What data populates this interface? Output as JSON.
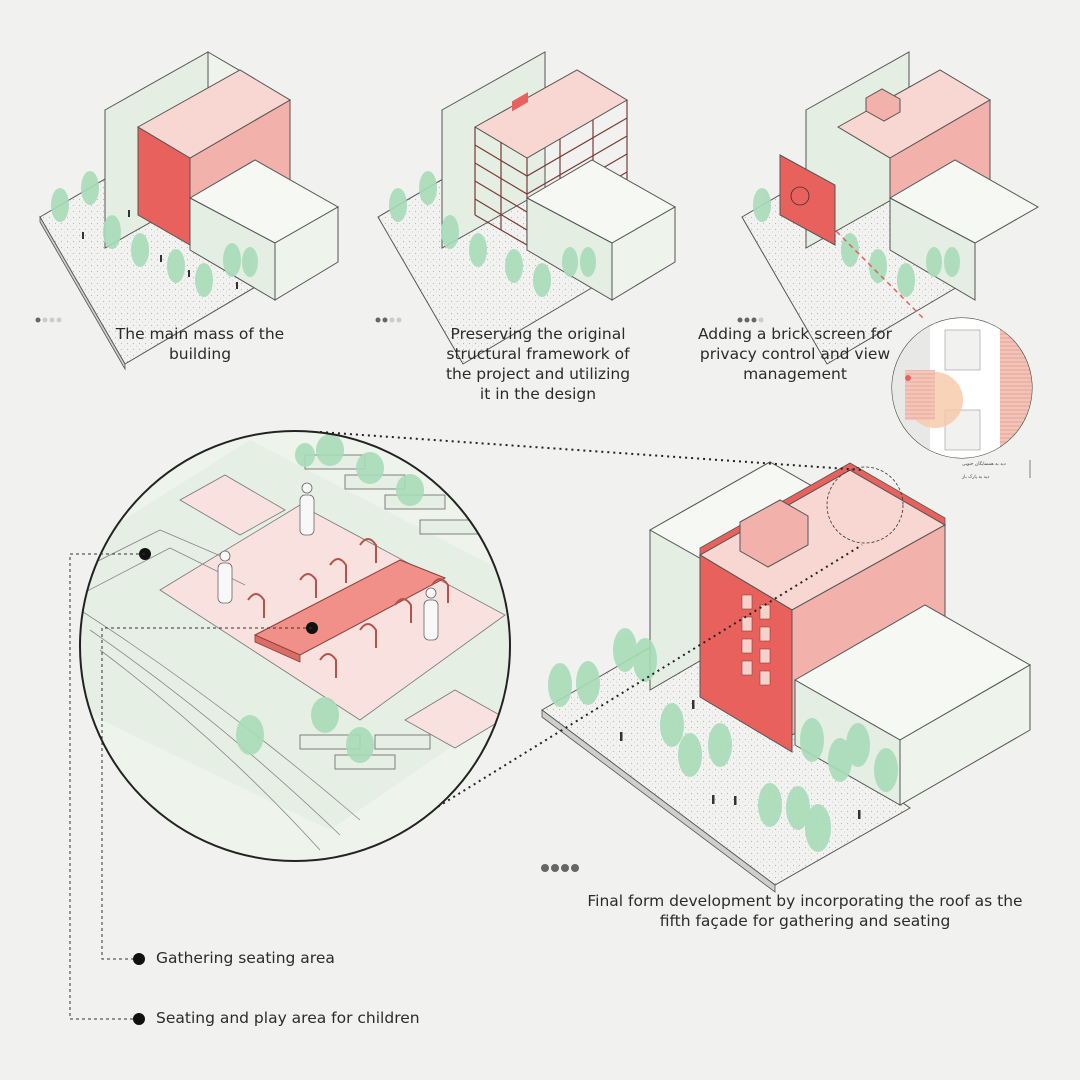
{
  "captions": {
    "step1": [
      "The main mass of the",
      "building"
    ],
    "step2": [
      "Preserving the original",
      "structural framework of",
      "the project and utilizing",
      "it in the design"
    ],
    "step3": [
      "Adding a brick screen for",
      "privacy control and view",
      "management"
    ],
    "step4": [
      "Final form development by incorporating the roof as the",
      "fifth façade for gathering and seating"
    ]
  },
  "legend": {
    "gathering": "Gathering seating area",
    "children": "Seating and play area for children"
  },
  "detail_notes": {
    "note1": "دید به همسایگان جنوبی",
    "note2": "دید به پارک باز"
  },
  "step_indicators": [
    1,
    2,
    3,
    4
  ],
  "colors": {
    "accent_red": "#e8615d",
    "accent_light": "#f3b1ab",
    "pale_pink": "#f8e1de",
    "pale_green": "#e5eee2",
    "tree_green": "#a8dcb8",
    "ink": "#2b2b2b",
    "background": "#f1f1ef"
  }
}
